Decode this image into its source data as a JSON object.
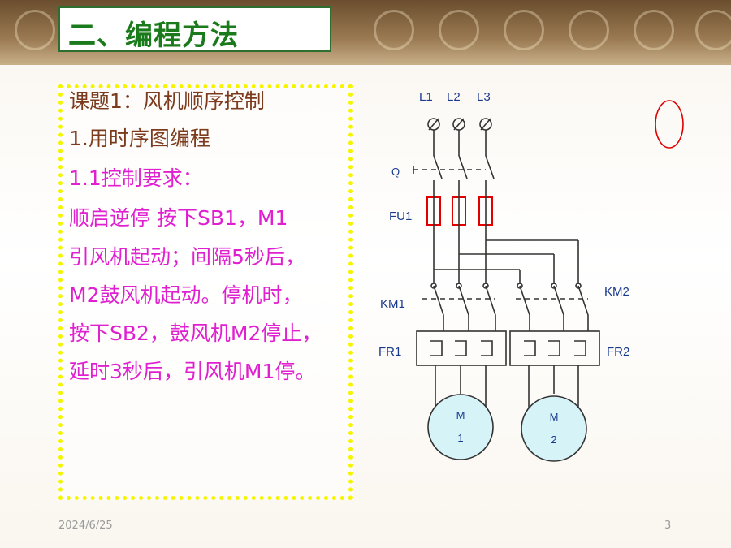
{
  "slide": {
    "title": "二、编程方法",
    "lines": [
      {
        "text": "课题1：风机顺序控制",
        "color": "brown"
      },
      {
        "text": "1.用时序图编程",
        "color": "brown"
      },
      {
        "text": "1.1控制要求：",
        "color": "pink"
      },
      {
        "text": "顺启逆停 按下SB1，M1",
        "color": "pink"
      },
      {
        "text": "引风机起动；间隔5秒后，",
        "color": "pink"
      },
      {
        "text": "M2鼓风机起动。停机时，",
        "color": "pink"
      },
      {
        "text": "按下SB2，鼓风机M2停止，",
        "color": "pink"
      },
      {
        "text": "延时3秒后，引风机M1停。",
        "color": "pink"
      }
    ],
    "footer_date": "2024/6/25",
    "page_number": "3"
  },
  "circuit": {
    "phase_labels": [
      "L1",
      "L2",
      "L3"
    ],
    "switch_label": "Q",
    "fuse_label": "FU1",
    "contactor1_label": "KM1",
    "contactor2_label": "KM2",
    "relay1_label": "FR1",
    "relay2_label": "FR2",
    "motor1_top": "M",
    "motor1_bottom": "1",
    "motor2_top": "M",
    "motor2_bottom": "2"
  },
  "colors": {
    "title_green": "#1b7a1b",
    "text_brown": "#7b3b1c",
    "text_pink": "#e020d0",
    "label_blue": "#1a3a8f",
    "fuse_red": "#e00000",
    "motor_fill": "#d6f4f8",
    "dotted_border": "#f5f500"
  }
}
